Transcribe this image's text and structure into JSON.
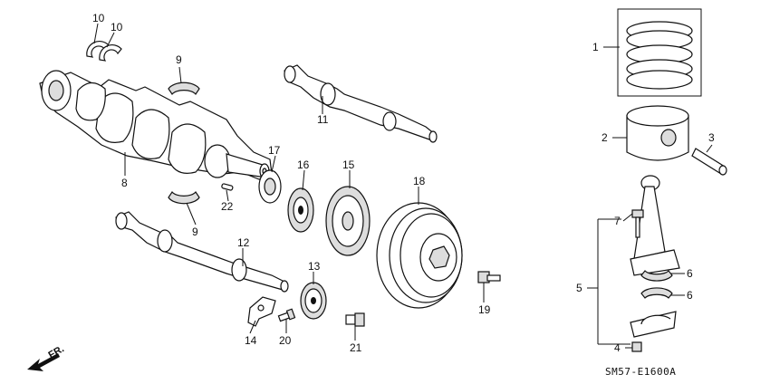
{
  "diagram_code": "SM57-E1600A",
  "front_indicator": "FR.",
  "callouts": {
    "c1": "1",
    "c2": "2",
    "c3": "3",
    "c4": "4",
    "c5": "5",
    "c6a": "6",
    "c6b": "6",
    "c7": "7",
    "c8": "8",
    "c9a": "9",
    "c9b": "9",
    "c10a": "10",
    "c10b": "10",
    "c11": "11",
    "c12": "12",
    "c13": "13",
    "c14": "14",
    "c15": "15",
    "c16": "16",
    "c17": "17",
    "c18": "18",
    "c19": "19",
    "c20": "20",
    "c21": "21",
    "c22": "22"
  }
}
